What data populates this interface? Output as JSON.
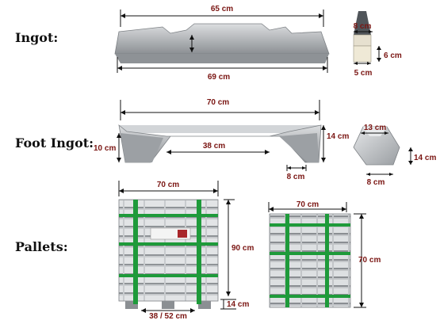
{
  "labels": {
    "ingot": "Ingot:",
    "foot_ingot": "Foot Ingot:",
    "pallets": "Pallets:"
  },
  "ingot": {
    "top_length": "65 cm",
    "bottom_length": "69 cm",
    "end_top": "8 cm",
    "end_height": "6 cm",
    "end_bottom": "5 cm"
  },
  "foot_ingot": {
    "length": "70 cm",
    "left_height": "10 cm",
    "inner_span": "38 cm",
    "foot_width": "8 cm",
    "right_height": "14 cm",
    "end_top": "13 cm",
    "end_height": "14 cm",
    "end_bottom": "8 cm"
  },
  "pallet_left": {
    "width": "70 cm",
    "height": "90 cm",
    "foot_height": "14 cm",
    "foot_spacing": "38 / 52 cm"
  },
  "pallet_right": {
    "width": "70 cm",
    "height": "70 cm"
  },
  "colors": {
    "dimension_text": "#7a1512",
    "strap": "#1e9a3a",
    "metal": "#b4b7ba"
  }
}
